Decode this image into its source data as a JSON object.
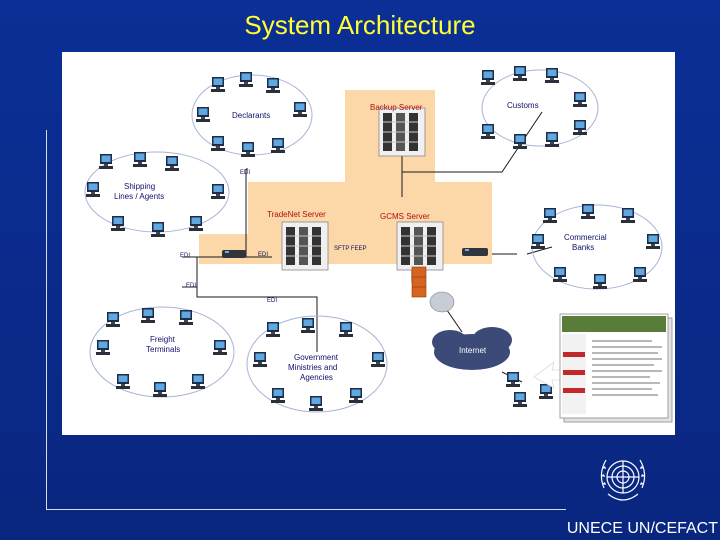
{
  "title": "System Architecture",
  "footer": "UNECE UN/CEFACT",
  "diagram": {
    "backup_server": "Backup Server",
    "customs": "Customs",
    "declarants": "Declarants",
    "shipping": [
      "Shipping",
      "Lines / Agents"
    ],
    "tradenet_server": "TradeNet Server",
    "gcms_server": "GCMS Server",
    "commercial_banks": [
      "Commercial",
      "Banks"
    ],
    "freight_terminals": [
      "Freight",
      "Terminals"
    ],
    "government": [
      "Government",
      "Ministries and",
      "Agencies"
    ],
    "internet": "Internet",
    "link_label": "SFTP FEEP",
    "edi_labels": [
      "EDI",
      "EDI",
      "EDI",
      "EDI",
      "EDI"
    ]
  },
  "colors": {
    "title": "#ffff33",
    "background": "#0a2a8c",
    "panel": "#ffffff",
    "server_zone": "#fcd7a8",
    "label": "#10106a"
  }
}
